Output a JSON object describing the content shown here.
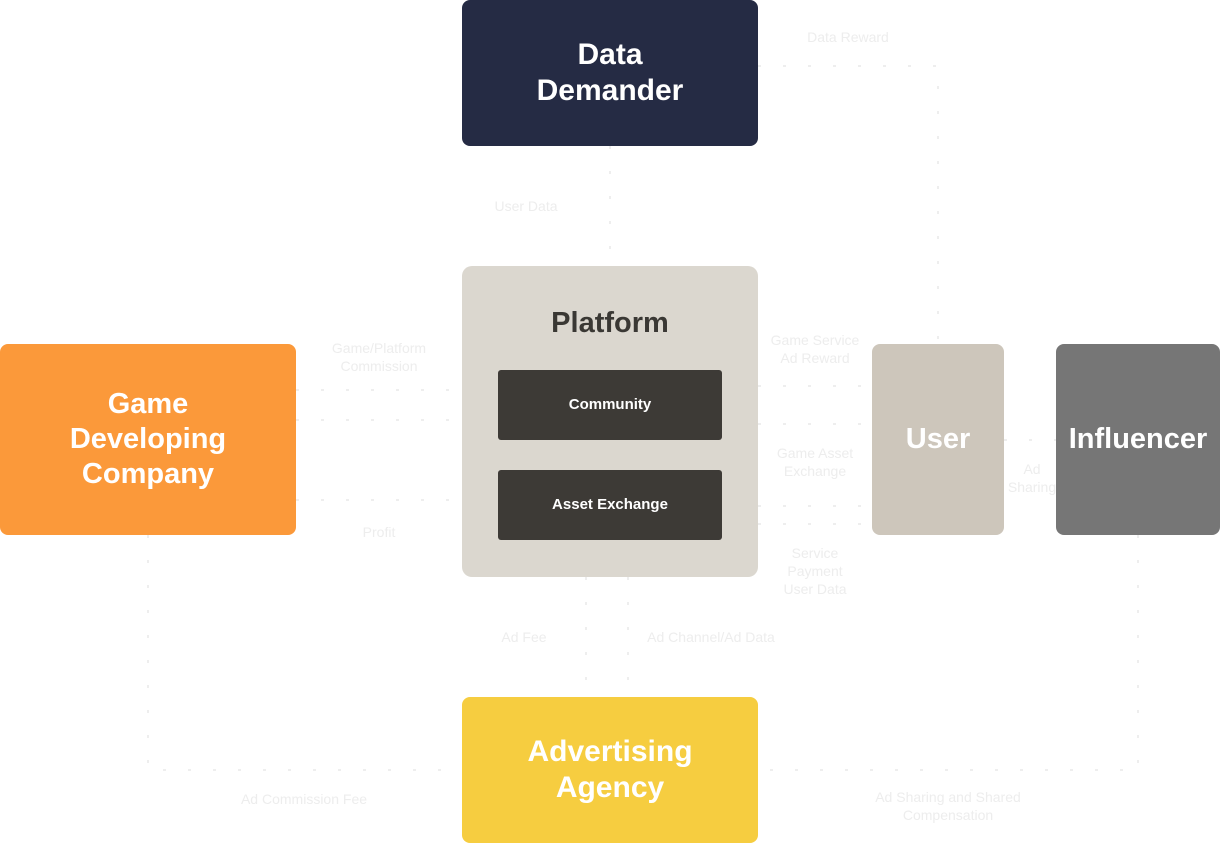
{
  "nodes": {
    "data_demander": "Data\nDemander",
    "game_developing_company": "Game\nDeveloping\nCompany",
    "platform": "Platform",
    "community": "Community",
    "asset_exchange": "Asset Exchange",
    "user": "User",
    "influencer": "Influencer",
    "advertising_agency": "Advertising\nAgency"
  },
  "edge_labels": {
    "data_reward": "Data Reward",
    "user_data": "User Data",
    "game_platform_commission": "Game/Platform\nCommission",
    "profit": "Profit",
    "game_service_ad_reward": "Game Service\nAd Reward",
    "game_asset_exchange": "Game Asset\nExchange",
    "service_payment_user_data": "Service\nPayment\nUser Data",
    "ad_sharing": "Ad\nSharing",
    "ad_fee": "Ad Fee",
    "ad_channel_ad_data": "Ad Channel/Ad Data",
    "ad_commission_fee": "Ad Commission Fee",
    "ad_sharing_shared_compensation": "Ad Sharing and Shared\nCompensation"
  },
  "colors": {
    "data_demander": "#252b44",
    "game_developing_company": "#fb993a",
    "platform": "#dbd7cf",
    "platform_inner": "#3d3a36",
    "user": "#cdc6bb",
    "influencer": "#767676",
    "advertising_agency": "#f6cd40",
    "connector": "#e8e8e8",
    "arrow": "#ffffff"
  }
}
